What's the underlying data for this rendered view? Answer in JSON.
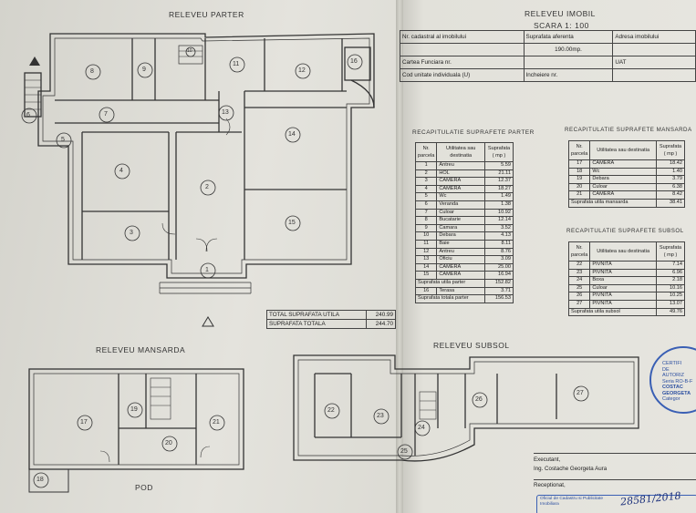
{
  "titles": {
    "parter": "RELEVEU PARTER",
    "mansarda": "RELEVEU MANSARDA",
    "subsol": "RELEVEU SUBSOL",
    "imobil": "RELEVEU IMOBIL",
    "scara": "SCARA 1: 100",
    "pod": "POD"
  },
  "info_box": {
    "cadastral_label": "Nr. cadastral al imobilului",
    "suprafata_label": "Suprafata aferenta",
    "adresa_label": "Adresa imobilului",
    "suprafata_value": "190.00mp.",
    "carte_label": "Cartea Funciara nr.",
    "uat_label": "UAT",
    "cod_label": "Cod unitate individuala (U)",
    "incheiere_label": "Incheiere nr."
  },
  "parter_summary": {
    "title": "RECAPITULATIE SUPRAFETE PARTER",
    "headers": [
      "Nr. parcela",
      "Utilitatea sau destinatia",
      "Suprafata ( mp )"
    ],
    "rows": [
      [
        "1",
        "Antreu",
        "5.59"
      ],
      [
        "2",
        "HOL",
        "21.11"
      ],
      [
        "3",
        "CAMERA",
        "12.37"
      ],
      [
        "4",
        "CAMERA",
        "18.27"
      ],
      [
        "5",
        "Wc",
        "1.49"
      ],
      [
        "6",
        "Veranda",
        "1.38"
      ],
      [
        "7",
        "Culoar",
        "10.92"
      ],
      [
        "8",
        "Bucatarie",
        "12.14"
      ],
      [
        "9",
        "Camara",
        "3.52"
      ],
      [
        "10",
        "Debara",
        "4.13"
      ],
      [
        "11",
        "Baie",
        "8.11"
      ],
      [
        "12",
        "Antreu",
        "8.76"
      ],
      [
        "13",
        "Oficiu",
        "3.09"
      ],
      [
        "14",
        "CAMERA",
        "25.00"
      ],
      [
        "15",
        "CAMERA",
        "16.94"
      ]
    ],
    "utila_label": "Suprafata utila parter",
    "utila_value": "152.82",
    "terasa_nr": "16",
    "terasa_label": "Terasa",
    "terasa_value": "3.71",
    "totala_label": "Suprafata totala parter",
    "totala_value": "156.53"
  },
  "mansarda_summary": {
    "title": "RECAPITULATIE SUPRAFETE MANSARDA",
    "headers": [
      "Nr. parcela",
      "Utilitatea sau destinatia",
      "Suprafata ( mp )"
    ],
    "rows": [
      [
        "17",
        "CAMERA",
        "18.42"
      ],
      [
        "18",
        "Wc",
        "1.40"
      ],
      [
        "19",
        "Debara",
        "3.79"
      ],
      [
        "20",
        "Culoar",
        "6.38"
      ],
      [
        "21",
        "CAMERA",
        "8.42"
      ]
    ],
    "utila_label": "Suprafata utila mansarda",
    "utila_value": "38.41"
  },
  "subsol_summary": {
    "title": "RECAPITULATIE SUPRAFETE SUBSOL",
    "headers": [
      "Nr. parcela",
      "Utilitatea sau destinatia",
      "Suprafata ( mp )"
    ],
    "rows": [
      [
        "22",
        "PIVNITA",
        "7.14"
      ],
      [
        "23",
        "PIVNITA",
        "6.96"
      ],
      [
        "24",
        "Boxa",
        "2.18"
      ],
      [
        "25",
        "Culoar",
        "10.16"
      ],
      [
        "26",
        "PIVNITA",
        "10.25"
      ],
      [
        "27",
        "PIVNITA",
        "13.07"
      ]
    ],
    "utila_label": "Suprafata utila subsol",
    "utila_value": "49.76"
  },
  "totals": {
    "utila_label": "TOTAL SUPRAFATA UTILA",
    "utila_value": "240.99",
    "totala_label": "SUPRAFATA TOTALA",
    "totala_value": "244.70"
  },
  "executant": {
    "label": "Executant,",
    "name": "Ing. Costache Georgeta Aura",
    "receptionat": "Receptionat,"
  },
  "stamp": {
    "lines": [
      "CERTIFI",
      "DE",
      "AUTORIZ",
      "Seria RO-B-F",
      "COSTAC",
      "GEORGETA",
      "Categor"
    ]
  },
  "bottom_stamp": {
    "text": "Oficiul de Cadastru si Publicitate Imobiliara",
    "handwritten": "28581/2018"
  },
  "room_numbers": [
    "1",
    "2",
    "3",
    "4",
    "5",
    "6",
    "7",
    "8",
    "9",
    "10",
    "11",
    "12",
    "13",
    "14",
    "15",
    "16",
    "17",
    "18",
    "19",
    "20",
    "21",
    "22",
    "23",
    "24",
    "25",
    "26",
    "27"
  ]
}
